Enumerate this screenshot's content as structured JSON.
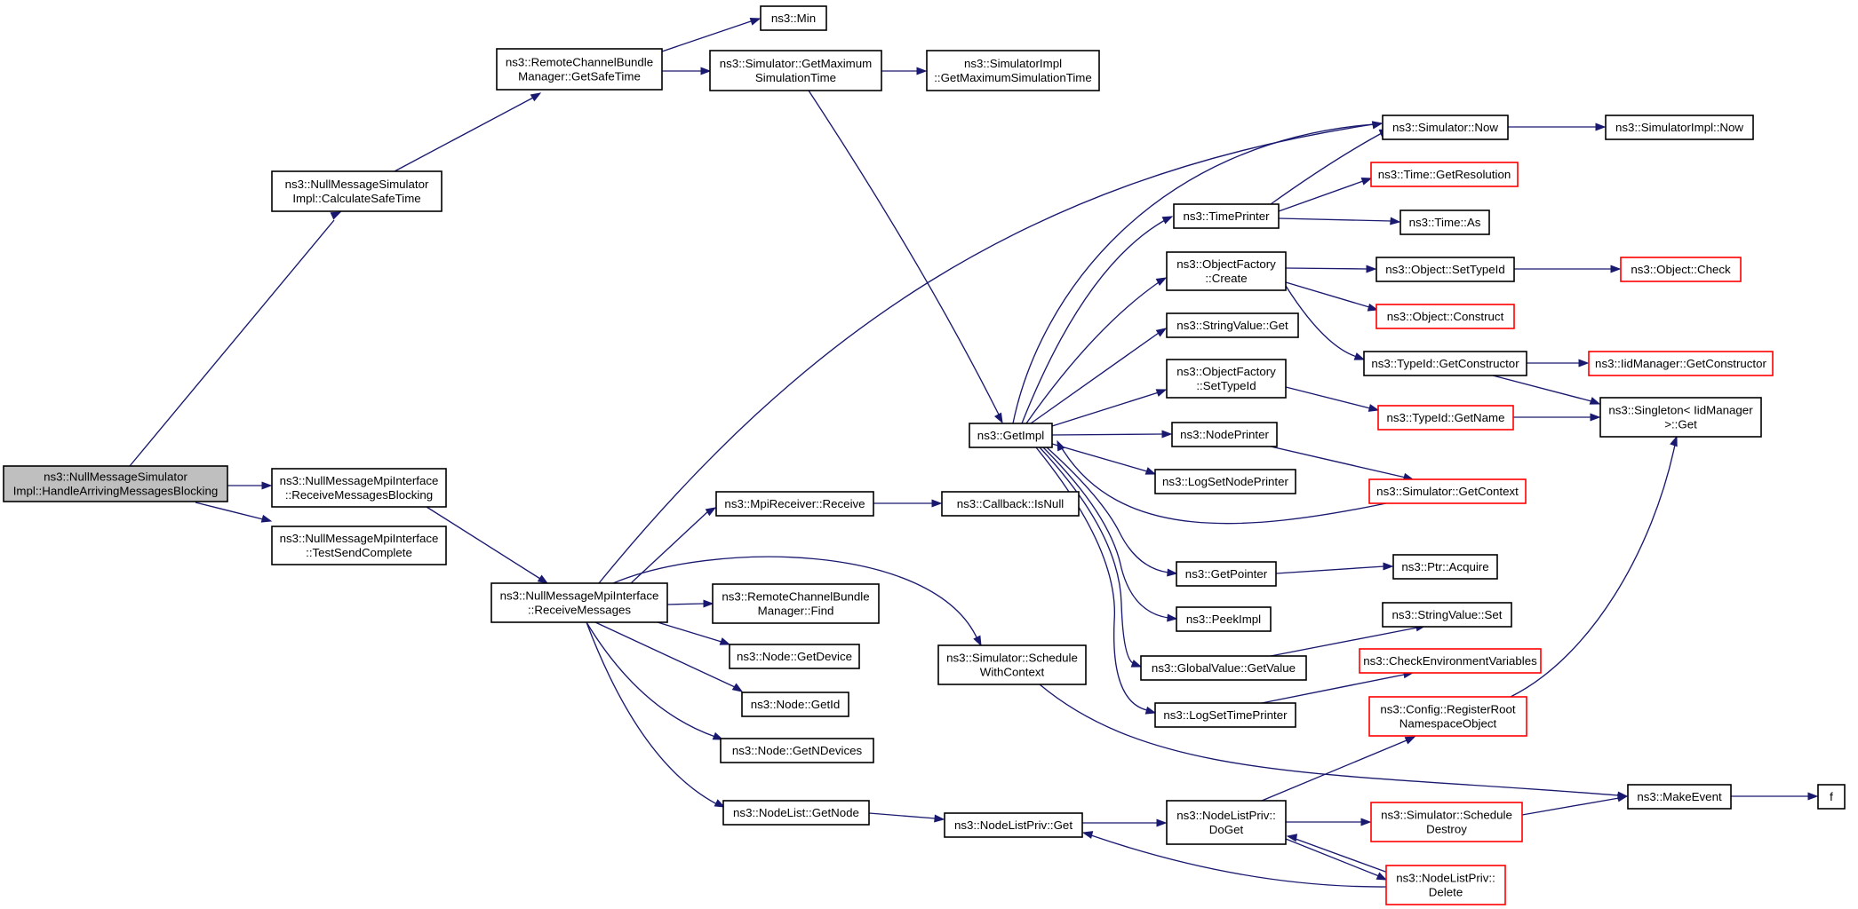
{
  "diagram": {
    "edge_color": "#191970",
    "node_border_color": "#000000",
    "truncated_border_color": "#ff0000",
    "root_fill": "#bfbfbf",
    "nodes": {
      "root": [
        "ns3::NullMessageSimulator",
        "Impl::HandleArrivingMessagesBlocking"
      ],
      "calcSafe": [
        "ns3::NullMessageSimulator",
        "Impl::CalculateSafeTime"
      ],
      "recvBlocking": [
        "ns3::NullMessageMpiInterface",
        "::ReceiveMessagesBlocking"
      ],
      "testSend": [
        "ns3::NullMessageMpiInterface",
        "::TestSendComplete"
      ],
      "rcbmGetSafe": [
        "ns3::RemoteChannelBundle",
        "Manager::GetSafeTime"
      ],
      "min": [
        "ns3::Min"
      ],
      "getMaxSim": [
        "ns3::Simulator::GetMaximum",
        "SimulationTime"
      ],
      "implGetMax": [
        "ns3::SimulatorImpl",
        "::GetMaximumSimulationTime"
      ],
      "recvMsgs": [
        "ns3::NullMessageMpiInterface",
        "::ReceiveMessages"
      ],
      "mpiRecv": [
        "ns3::MpiReceiver::Receive"
      ],
      "cbIsNull": [
        "ns3::Callback::IsNull"
      ],
      "rcbmFind": [
        "ns3::RemoteChannelBundle",
        "Manager::Find"
      ],
      "nodeGetDevice": [
        "ns3::Node::GetDevice"
      ],
      "nodeGetId": [
        "ns3::Node::GetId"
      ],
      "nodeGetNDev": [
        "ns3::Node::GetNDevices"
      ],
      "nlGetNode": [
        "ns3::NodeList::GetNode"
      ],
      "schedCtx": [
        "ns3::Simulator::Schedule",
        "WithContext"
      ],
      "getImpl": [
        "ns3::GetImpl"
      ],
      "simNow": [
        "ns3::Simulator::Now"
      ],
      "implNow": [
        "ns3::SimulatorImpl::Now"
      ],
      "timePrinter": [
        "ns3::TimePrinter"
      ],
      "timeGetRes": [
        "ns3::Time::GetResolution"
      ],
      "timeAs": [
        "ns3::Time::As"
      ],
      "ofCreate": [
        "ns3::ObjectFactory",
        "::Create"
      ],
      "objSetTypeId": [
        "ns3::Object::SetTypeId"
      ],
      "objCheck": [
        "ns3::Object::Check"
      ],
      "objConstruct": [
        "ns3::Object::Construct"
      ],
      "strValGet": [
        "ns3::StringValue::Get"
      ],
      "ofSetTypeId": [
        "ns3::ObjectFactory",
        "::SetTypeId"
      ],
      "tidGetCtor": [
        "ns3::TypeId::GetConstructor"
      ],
      "iidGetCtor": [
        "ns3::IidManager::GetConstructor"
      ],
      "singletonGet": [
        "ns3::Singleton< IidManager",
        ">::Get"
      ],
      "tidGetName": [
        "ns3::TypeId::GetName"
      ],
      "nodePrinter": [
        "ns3::NodePrinter"
      ],
      "logSetNodePrinter": [
        "ns3::LogSetNodePrinter"
      ],
      "simGetCtx": [
        "ns3::Simulator::GetContext"
      ],
      "getPointer": [
        "ns3::GetPointer"
      ],
      "ptrAcquire": [
        "ns3::Ptr::Acquire"
      ],
      "peekImpl": [
        "ns3::PeekImpl"
      ],
      "strValSet": [
        "ns3::StringValue::Set"
      ],
      "gvGetValue": [
        "ns3::GlobalValue::GetValue"
      ],
      "checkEnv": [
        "ns3::CheckEnvironmentVariables"
      ],
      "logSetTimePrinter": [
        "ns3::LogSetTimePrinter"
      ],
      "regRoot": [
        "ns3::Config::RegisterRoot",
        "NamespaceObject"
      ],
      "makeEvent": [
        "ns3::MakeEvent"
      ],
      "f": [
        "f"
      ],
      "nlpGet": [
        "ns3::NodeListPriv::Get"
      ],
      "nlpDoGet": [
        "ns3::NodeListPriv::",
        "DoGet"
      ],
      "schedDestroy": [
        "ns3::Simulator::Schedule",
        "Destroy"
      ],
      "nlpDelete": [
        "ns3::NodeListPriv::",
        "Delete"
      ]
    }
  }
}
